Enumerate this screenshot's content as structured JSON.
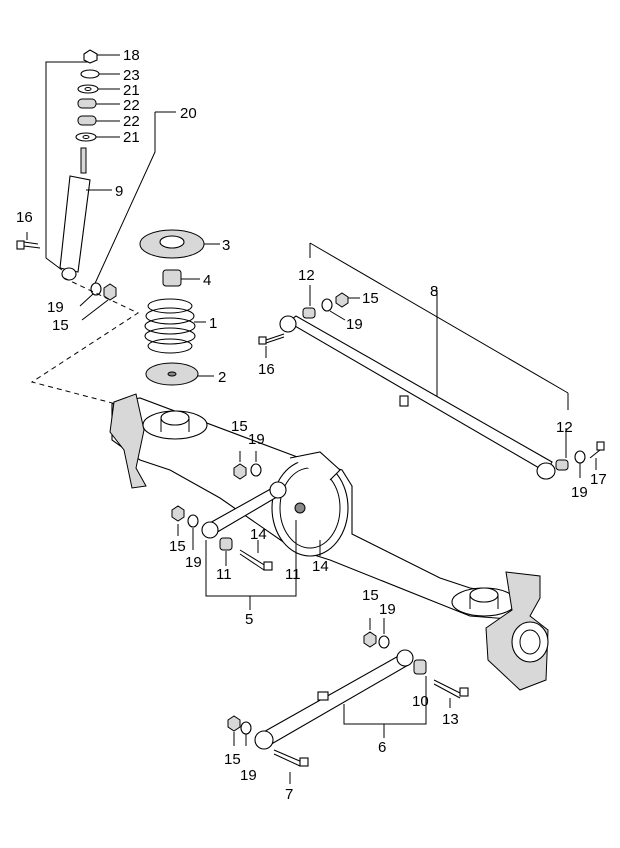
{
  "diagram": {
    "callouts": [
      {
        "id": "c18",
        "label": "18"
      },
      {
        "id": "c23",
        "label": "23"
      },
      {
        "id": "c21a",
        "label": "21"
      },
      {
        "id": "c22a",
        "label": "22"
      },
      {
        "id": "c22b",
        "label": "22"
      },
      {
        "id": "c21b",
        "label": "21"
      },
      {
        "id": "c20",
        "label": "20"
      },
      {
        "id": "c9",
        "label": "9"
      },
      {
        "id": "c16a",
        "label": "16"
      },
      {
        "id": "c3",
        "label": "3"
      },
      {
        "id": "c4",
        "label": "4"
      },
      {
        "id": "c19a",
        "label": "19"
      },
      {
        "id": "c15a",
        "label": "15"
      },
      {
        "id": "c1",
        "label": "1"
      },
      {
        "id": "c2",
        "label": "2"
      },
      {
        "id": "c12a",
        "label": "12"
      },
      {
        "id": "c15b",
        "label": "15"
      },
      {
        "id": "c8",
        "label": "8"
      },
      {
        "id": "c19b",
        "label": "19"
      },
      {
        "id": "c16b",
        "label": "16"
      },
      {
        "id": "c15c",
        "label": "15"
      },
      {
        "id": "c19c",
        "label": "19"
      },
      {
        "id": "c12b",
        "label": "12"
      },
      {
        "id": "c19d",
        "label": "19"
      },
      {
        "id": "c17",
        "label": "17"
      },
      {
        "id": "c15d",
        "label": "15"
      },
      {
        "id": "c19e",
        "label": "19"
      },
      {
        "id": "c14a",
        "label": "14"
      },
      {
        "id": "c11a",
        "label": "11"
      },
      {
        "id": "c11b",
        "label": "11"
      },
      {
        "id": "c14b",
        "label": "14"
      },
      {
        "id": "c5",
        "label": "5"
      },
      {
        "id": "c15e",
        "label": "15"
      },
      {
        "id": "c19f",
        "label": "19"
      },
      {
        "id": "c10",
        "label": "10"
      },
      {
        "id": "c13",
        "label": "13"
      },
      {
        "id": "c6",
        "label": "6"
      },
      {
        "id": "c15f",
        "label": "15"
      },
      {
        "id": "c19g",
        "label": "19"
      },
      {
        "id": "c7",
        "label": "7"
      }
    ]
  }
}
